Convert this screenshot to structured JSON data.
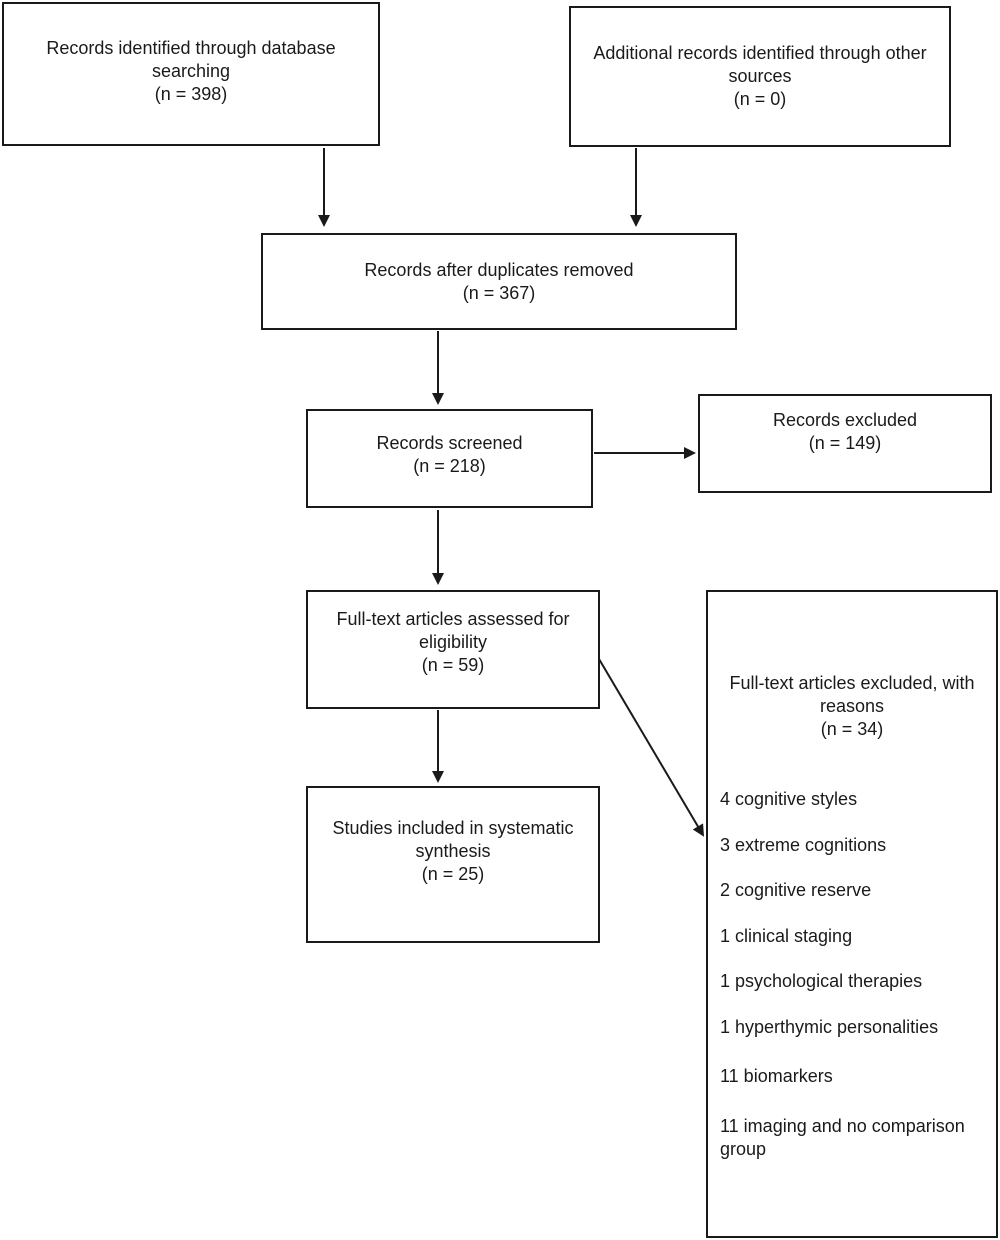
{
  "boxes": {
    "identified_db": {
      "line1": "Records identified through database",
      "line2": "searching",
      "count": "(n =  398)"
    },
    "identified_other": {
      "line1": "Additional records identified through other",
      "line2": "sources",
      "count": "(n = 0)"
    },
    "after_duplicates": {
      "line1": "Records after duplicates removed",
      "count": "(n = 367)"
    },
    "screened": {
      "line1": "Records screened",
      "count": "(n = 218)"
    },
    "excluded": {
      "line1": "Records excluded",
      "count": "(n = 149)"
    },
    "fulltext": {
      "line1": "Full-text articles assessed for",
      "line2": "eligibility",
      "count": "(n = 59)"
    },
    "included": {
      "line1": "Studies included in systematic",
      "line2": "synthesis",
      "count": "(n = 25)"
    },
    "fulltext_excluded": {
      "line1": "Full-text articles excluded, with",
      "line2": "reasons",
      "count": "(n = 34)",
      "reasons": [
        "4 cognitive styles",
        "3 extreme cognitions",
        "2 cognitive reserve",
        "1 clinical staging",
        "1 psychological therapies",
        "1 hyperthymic personalities",
        "11 biomarkers",
        "11 imaging and no comparison",
        "group"
      ]
    }
  }
}
